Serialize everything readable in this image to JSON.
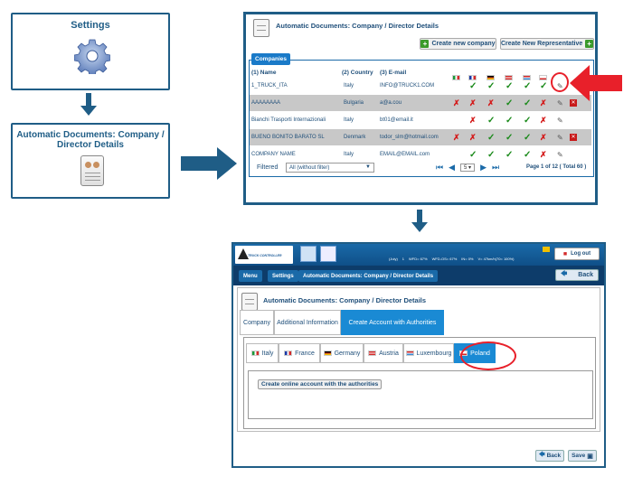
{
  "step1": {
    "title": "Settings"
  },
  "step2": {
    "title": "Automatic Documents: Company / Director Details"
  },
  "shot1": {
    "page_title": "Automatic Documents: Company / Director Details",
    "btn_create_company": "Create new company",
    "btn_create_rep": "Create New Representative",
    "section_label": "Companies",
    "col_name": "(1) Name",
    "col_country": "(2) Country",
    "col_email": "(3) E-mail",
    "flags": [
      {
        "name": "italy",
        "c1": "#1a9a3a",
        "c2": "#ffffff",
        "c3": "#d42a2a",
        "dir": "v"
      },
      {
        "name": "france",
        "c1": "#1a3aa8",
        "c2": "#ffffff",
        "c3": "#d42a2a",
        "dir": "v"
      },
      {
        "name": "germany",
        "c1": "#000000",
        "c2": "#d42a2a",
        "c3": "#f0c000",
        "dir": "h"
      },
      {
        "name": "austria",
        "c1": "#d42a2a",
        "c2": "#ffffff",
        "c3": "#d42a2a",
        "dir": "h"
      },
      {
        "name": "luxembourg",
        "c1": "#d42a2a",
        "c2": "#ffffff",
        "c3": "#3a8ad4",
        "dir": "h"
      },
      {
        "name": "poland",
        "c1": "#ffffff",
        "c2": "#ffffff",
        "c3": "#d42a2a",
        "dir": "h"
      }
    ],
    "rows": [
      {
        "name": "1_TRUCK_ITA",
        "country": "Italy",
        "email": "INFO@TRUCK1.COM",
        "marks": [
          "",
          "check",
          "check",
          "check",
          "check",
          "check"
        ],
        "alt": false,
        "del": false
      },
      {
        "name": "AAAAAAAA",
        "country": "Bulgaria",
        "email": "a@a.cou",
        "marks": [
          "x",
          "x",
          "x",
          "check",
          "check",
          "x"
        ],
        "alt": true,
        "del": true
      },
      {
        "name": "Bianchi Trasporti Internazionali",
        "country": "Italy",
        "email": "bt01@email.it",
        "marks": [
          "",
          "x",
          "check",
          "check",
          "check",
          "x"
        ],
        "alt": false,
        "del": false
      },
      {
        "name": "BUENO BONITO BARATO SL",
        "country": "Denmark",
        "email": "todor_slm@hotmail.com",
        "marks": [
          "x",
          "x",
          "check",
          "check",
          "check",
          "x"
        ],
        "alt": true,
        "del": true
      },
      {
        "name": "COMPANY NAME",
        "country": "Italy",
        "email": "EMAIL@EMAIL.com",
        "marks": [
          "",
          "check",
          "check",
          "check",
          "check",
          "x"
        ],
        "alt": false,
        "del": false
      }
    ],
    "filter_label": "Filtered",
    "filter_value": "All (without filter)",
    "page_size": "5",
    "page_info": "Page 1 of 12 ( Total 60 )"
  },
  "shot2": {
    "brand": "TRUCK CONTROLLER",
    "status_month": "(July)",
    "status_count": "1",
    "status_wfd": "WFD= 67%",
    "status_wfd2": "WFD-OS= 67%",
    "status_in": "IN= 0%",
    "status_v": "V= 47km/h(70= 100%)",
    "logout": "Log out",
    "crumb_menu": "Menu",
    "crumb_settings": "Settings",
    "crumb_page": "Automatic Documents: Company / Director Details",
    "back": "Back",
    "page_title": "Automatic Documents: Company / Director Details",
    "tabs": [
      "Company",
      "Additional Information",
      "Create Account with Authorities"
    ],
    "countries": [
      "Italy",
      "France",
      "Germany",
      "Austria",
      "Luxembourg",
      "Poland"
    ],
    "create_online": "Create online account with the authorities",
    "bottom_back": "Back",
    "bottom_save": "Save"
  },
  "colors": {
    "accent": "#1f5d86",
    "highlight": "#e8202a",
    "active_tab": "#1a8ad4"
  }
}
